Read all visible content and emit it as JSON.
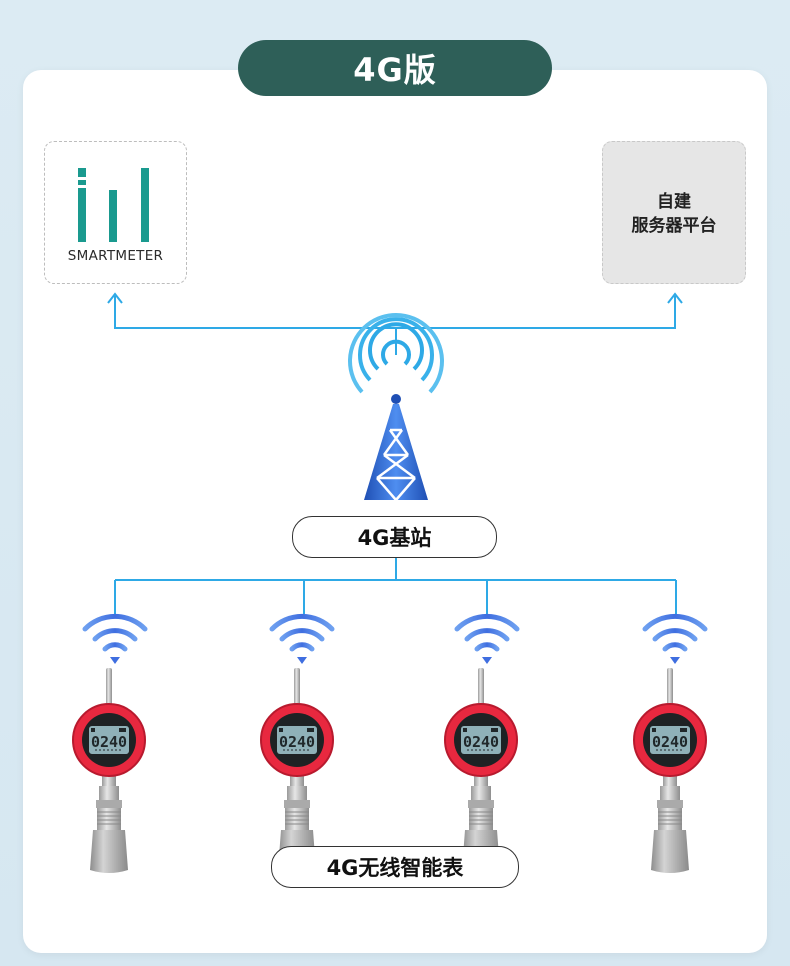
{
  "header": {
    "title": "4G版"
  },
  "nodes": {
    "logo": {
      "text": "SMARTMETER"
    },
    "server": {
      "line1": "自建",
      "line2": "服务器平台"
    },
    "station": {
      "label": "4G基站"
    },
    "meters": {
      "label": "4G无线智能表",
      "display_value": "0240",
      "count": 4
    }
  },
  "colors": {
    "title_bg": "#2e5f58",
    "line": "#2ea9e6",
    "tower": "#2f6dd3",
    "meter_red": "#e8283f",
    "logo_teal": "#1a9a8f"
  }
}
